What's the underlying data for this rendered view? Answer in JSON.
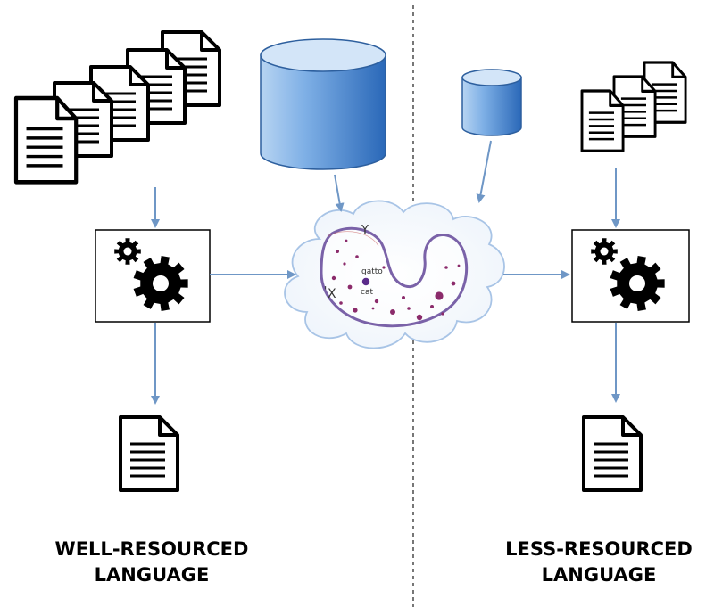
{
  "left": {
    "caption_line1": "WELL-RESOURCED",
    "caption_line2": "LANGUAGE"
  },
  "right": {
    "caption_line1": "LESS-RESOURCED",
    "caption_line2": "LANGUAGE"
  },
  "embedding": {
    "word_source": "gatto",
    "word_target": "cat",
    "axis_x": "X",
    "axis_y": "Y",
    "tick_mark": "'"
  },
  "colors": {
    "arrow": "#7098c8",
    "database_top": "#c5dcf4",
    "database_body_light": "#9fc6ef",
    "database_body_dark": "#2f6fc0",
    "cloud_outline": "#a8c4e6",
    "embedding_shape": "#7a62a8",
    "embedding_dot": "#8b2b6b",
    "divider": "#555555"
  },
  "icons": [
    "document-icon",
    "database-icon",
    "gears-icon",
    "cloud-icon"
  ]
}
